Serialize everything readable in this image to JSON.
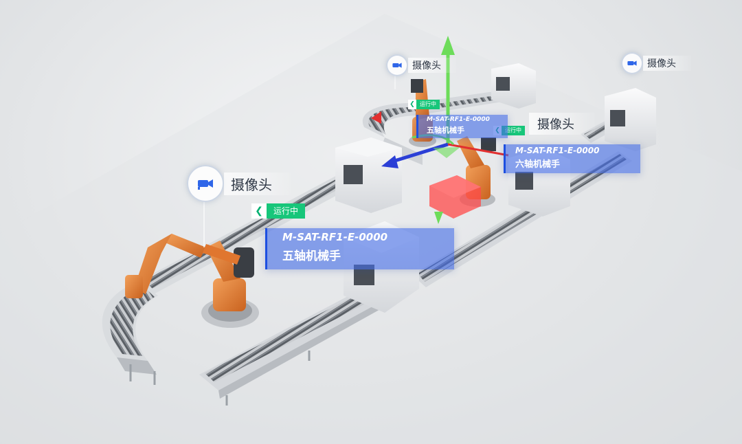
{
  "scene": {
    "cameras": [
      {
        "label": "摄像头",
        "icon": "camera-icon"
      },
      {
        "label": "摄像头",
        "icon": "camera-icon"
      },
      {
        "label": "摄像头",
        "icon": "camera-icon"
      },
      {
        "label": "摄像头",
        "icon": "camera-icon"
      }
    ],
    "devices": [
      {
        "code": "M-SAT-RF1-E-0000",
        "name": "五轴机械手",
        "status": "运行中"
      },
      {
        "code": "M-SAT-RF1-E-0000",
        "name": "五轴机械手",
        "status": "运行中"
      },
      {
        "code": "M-SAT-RF1-E-0000",
        "name": "六轴机械手",
        "status": "运行中"
      }
    ],
    "colors": {
      "robot": "#e8833a",
      "status_green": "#17c67a",
      "panel_blue": "#466ee6",
      "gizmo_x": "#e23030",
      "gizmo_y": "#6ddc5a",
      "gizmo_z": "#2b3fd6"
    }
  }
}
